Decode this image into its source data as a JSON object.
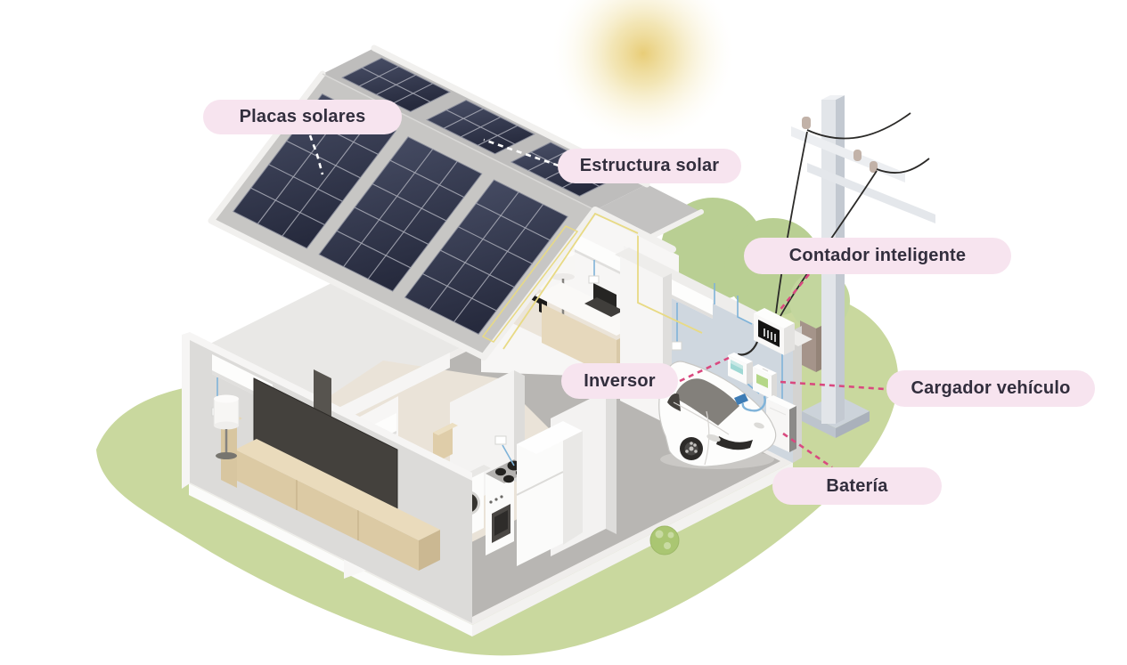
{
  "callouts": {
    "placas_solares": "Placas solares",
    "estructura_solar": "Estructura solar",
    "contador_inteligente": "Contador inteligente",
    "inversor": "Inversor",
    "cargador_vehiculo": "Cargador vehículo",
    "bateria": "Batería"
  },
  "colors": {
    "label_pill_bg": "#f7e4ef",
    "label_text": "#322e3d",
    "leader_line_pink": "#d9497f",
    "leader_line_white": "#ffffff",
    "lawn_green": "#c9d89e",
    "tree_green": "#b9cf93",
    "sun_yellow": "#e7ca70",
    "roof_gray": "#c7c6c4",
    "solar_panel_dark": "#262a3d",
    "wall_blue_gray": "#cfd7df",
    "wire_blue": "#7fb3d9",
    "wire_yellow": "#e8da84",
    "inverter_screen": "#9fd8d4",
    "charger_screen": "#b5d788"
  },
  "scene_components": [
    "sun",
    "lawn",
    "trees",
    "power-pole",
    "power-lines",
    "house",
    "solar-panels-left-roof",
    "solar-panels-right-roof",
    "attic-office",
    "living-room",
    "kitchen",
    "garage",
    "car",
    "smart-meter",
    "inverter",
    "ev-charger",
    "battery",
    "ev-charging-cable"
  ]
}
